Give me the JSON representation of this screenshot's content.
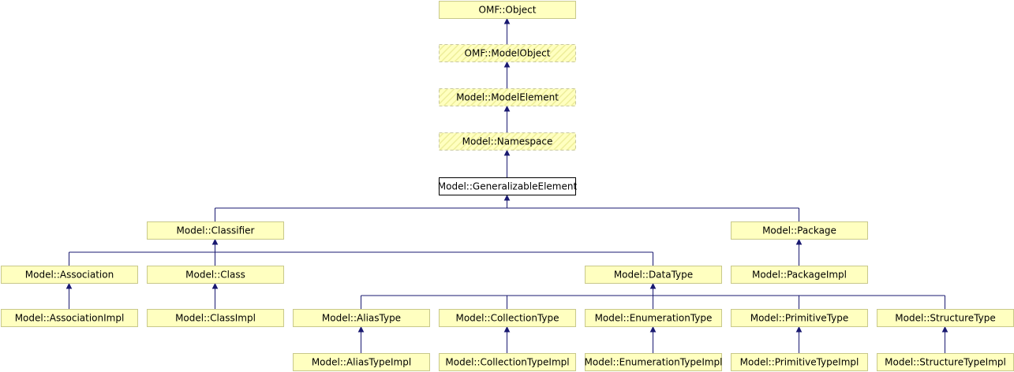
{
  "diagram": {
    "type": "class-inheritance-graph",
    "colors": {
      "edge": "#191970",
      "node_fill": "#ffffc0",
      "node_border": "#c8c88a",
      "node_border_dashed": "#c8c8a0",
      "hatch": "#eeee99",
      "focus_fill": "#ffffff",
      "focus_border": "#000000"
    },
    "nodes": [
      {
        "id": "omf-object",
        "label": "OMF::Object",
        "style": "normal"
      },
      {
        "id": "omf-modelobject",
        "label": "OMF::ModelObject",
        "style": "dashed"
      },
      {
        "id": "model-modelelement",
        "label": "Model::ModelElement",
        "style": "dashed"
      },
      {
        "id": "model-namespace",
        "label": "Model::Namespace",
        "style": "dashed"
      },
      {
        "id": "model-generalizableelement",
        "label": "Model::GeneralizableElement",
        "style": "focus"
      },
      {
        "id": "model-classifier",
        "label": "Model::Classifier",
        "style": "normal"
      },
      {
        "id": "model-package",
        "label": "Model::Package",
        "style": "normal"
      },
      {
        "id": "model-association",
        "label": "Model::Association",
        "style": "normal"
      },
      {
        "id": "model-class",
        "label": "Model::Class",
        "style": "normal"
      },
      {
        "id": "model-datatype",
        "label": "Model::DataType",
        "style": "normal"
      },
      {
        "id": "model-packageimpl",
        "label": "Model::PackageImpl",
        "style": "normal"
      },
      {
        "id": "model-associationimpl",
        "label": "Model::AssociationImpl",
        "style": "normal"
      },
      {
        "id": "model-classimpl",
        "label": "Model::ClassImpl",
        "style": "normal"
      },
      {
        "id": "model-aliastype",
        "label": "Model::AliasType",
        "style": "normal"
      },
      {
        "id": "model-collectiontype",
        "label": "Model::CollectionType",
        "style": "normal"
      },
      {
        "id": "model-enumerationtype",
        "label": "Model::EnumerationType",
        "style": "normal"
      },
      {
        "id": "model-primitivetype",
        "label": "Model::PrimitiveType",
        "style": "normal"
      },
      {
        "id": "model-structuretype",
        "label": "Model::StructureType",
        "style": "normal"
      },
      {
        "id": "model-aliastypeimpl",
        "label": "Model::AliasTypeImpl",
        "style": "normal"
      },
      {
        "id": "model-collectiontypeimpl",
        "label": "Model::CollectionTypeImpl",
        "style": "normal"
      },
      {
        "id": "model-enumerationtypeimpl",
        "label": "Model::EnumerationTypeImpl",
        "style": "normal"
      },
      {
        "id": "model-primitivetypeimpl",
        "label": "Model::PrimitiveTypeImpl",
        "style": "normal"
      },
      {
        "id": "model-structuretypeimpl",
        "label": "Model::StructureTypeImpl",
        "style": "normal"
      }
    ],
    "edges": [
      {
        "parent": "omf-object",
        "child": "omf-modelobject"
      },
      {
        "parent": "omf-modelobject",
        "child": "model-modelelement"
      },
      {
        "parent": "model-modelelement",
        "child": "model-namespace"
      },
      {
        "parent": "model-namespace",
        "child": "model-generalizableelement"
      },
      {
        "parent": "model-generalizableelement",
        "child": "model-classifier"
      },
      {
        "parent": "model-generalizableelement",
        "child": "model-package"
      },
      {
        "parent": "model-classifier",
        "child": "model-association"
      },
      {
        "parent": "model-classifier",
        "child": "model-class"
      },
      {
        "parent": "model-classifier",
        "child": "model-datatype"
      },
      {
        "parent": "model-package",
        "child": "model-packageimpl"
      },
      {
        "parent": "model-association",
        "child": "model-associationimpl"
      },
      {
        "parent": "model-class",
        "child": "model-classimpl"
      },
      {
        "parent": "model-datatype",
        "child": "model-aliastype"
      },
      {
        "parent": "model-datatype",
        "child": "model-collectiontype"
      },
      {
        "parent": "model-datatype",
        "child": "model-enumerationtype"
      },
      {
        "parent": "model-datatype",
        "child": "model-primitivetype"
      },
      {
        "parent": "model-datatype",
        "child": "model-structuretype"
      },
      {
        "parent": "model-aliastype",
        "child": "model-aliastypeimpl"
      },
      {
        "parent": "model-collectiontype",
        "child": "model-collectiontypeimpl"
      },
      {
        "parent": "model-enumerationtype",
        "child": "model-enumerationtypeimpl"
      },
      {
        "parent": "model-primitivetype",
        "child": "model-primitivetypeimpl"
      },
      {
        "parent": "model-structuretype",
        "child": "model-structuretypeimpl"
      }
    ]
  }
}
